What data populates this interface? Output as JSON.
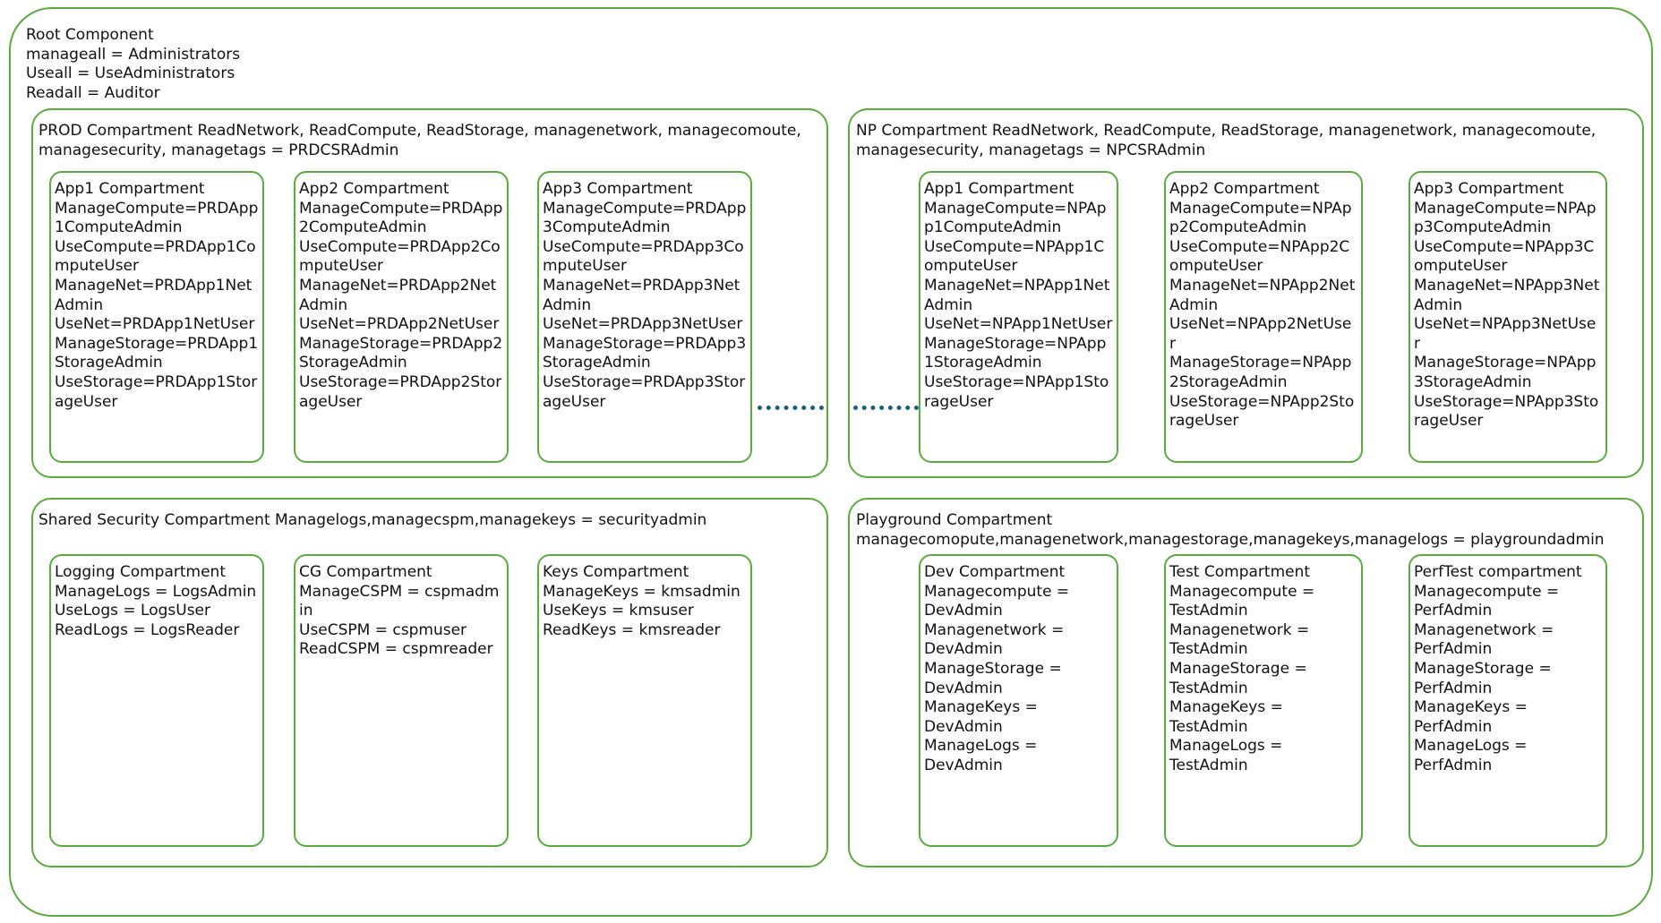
{
  "accent_color": "#5aac3c",
  "connector_color": "#1c5e7d",
  "root": {
    "lines": [
      "Root Component",
      "manageall = Administrators",
      "Useall = UseAdministrators",
      "Readall = Auditor"
    ]
  },
  "prod": {
    "title": "PROD Compartment ReadNetwork, ReadCompute, ReadStorage, managenetwork, managecomoute, managesecurity, managetags = PRDCSRAdmin",
    "apps": [
      {
        "lines": [
          "App1 Compartment",
          "ManageCompute=PRDApp1ComputeAdmin",
          "UseCompute=PRDApp1ComputeUser",
          "ManageNet=PRDApp1NetAdmin",
          "UseNet=PRDApp1NetUser",
          "ManageStorage=PRDApp1StorageAdmin",
          "UseStorage=PRDApp1StorageUser"
        ]
      },
      {
        "lines": [
          "App2 Compartment",
          "ManageCompute=PRDApp2ComputeAdmin",
          "UseCompute=PRDApp2ComputeUser",
          "ManageNet=PRDApp2NetAdmin",
          "UseNet=PRDApp2NetUser",
          "ManageStorage=PRDApp2StorageAdmin",
          "UseStorage=PRDApp2StorageUser"
        ]
      },
      {
        "lines": [
          "App3 Compartment",
          "ManageCompute=PRDApp3ComputeAdmin",
          "UseCompute=PRDApp3ComputeUser",
          "ManageNet=PRDApp3NetAdmin",
          "UseNet=PRDApp3NetUser",
          "ManageStorage=PRDApp3StorageAdmin",
          "UseStorage=PRDApp3StorageUser"
        ]
      }
    ]
  },
  "np": {
    "title": "NP Compartment ReadNetwork, ReadCompute, ReadStorage, managenetwork, managecomoute, managesecurity, managetags = NPCSRAdmin",
    "apps": [
      {
        "lines": [
          "App1 Compartment",
          "ManageCompute=NPApp1ComputeAdmin",
          "UseCompute=NPApp1ComputeUser",
          "ManageNet=NPApp1NetAdmin",
          "UseNet=NPApp1NetUser",
          "ManageStorage=NPApp1StorageAdmin",
          "UseStorage=NPApp1StorageUser"
        ]
      },
      {
        "lines": [
          "App2 Compartment",
          "ManageCompute=NPApp2ComputeAdmin",
          "UseCompute=NPApp2ComputeUser",
          "ManageNet=NPApp2NetAdmin",
          "UseNet=NPApp2NetUser",
          "ManageStorage=NPApp2StorageAdmin",
          "UseStorage=NPApp2StorageUser"
        ]
      },
      {
        "lines": [
          "App3 Compartment",
          "ManageCompute=NPApp3ComputeAdmin",
          "UseCompute=NPApp3ComputeUser",
          "ManageNet=NPApp3NetAdmin",
          "UseNet=NPApp3NetUser",
          "ManageStorage=NPApp3StorageAdmin",
          "UseStorage=NPApp3StorageUser"
        ]
      }
    ]
  },
  "security": {
    "title": "Shared Security Compartment Managelogs,managecspm,managekeys = securityadmin",
    "comps": [
      {
        "lines": [
          "Logging Compartment",
          "ManageLogs = LogsAdmin",
          "UseLogs = LogsUser",
          "ReadLogs = LogsReader"
        ]
      },
      {
        "lines": [
          "CG Compartment",
          "ManageCSPM = cspmadmin",
          "UseCSPM = cspmuser",
          "ReadCSPM = cspmreader"
        ]
      },
      {
        "lines": [
          "Keys Compartment",
          "ManageKeys = kmsadmin",
          "UseKeys = kmsuser",
          "ReadKeys = kmsreader"
        ]
      }
    ]
  },
  "playground": {
    "title": "Playground Compartment managecomopute,managenetwork,managestorage,managekeys,managelogs = playgroundadmin",
    "comps": [
      {
        "lines": [
          "Dev Compartment",
          "Managecompute = DevAdmin",
          "Managenetwork = DevAdmin",
          "ManageStorage = DevAdmin",
          "ManageKeys = DevAdmin",
          "ManageLogs = DevAdmin"
        ]
      },
      {
        "lines": [
          "Test Compartment",
          "Managecompute = TestAdmin",
          "Managenetwork = TestAdmin",
          "ManageStorage = TestAdmin",
          "ManageKeys = TestAdmin",
          "ManageLogs = TestAdmin"
        ]
      },
      {
        "lines": [
          "PerfTest compartment",
          "Managecompute = PerfAdmin",
          "Managenetwork = PerfAdmin",
          "ManageStorage = PerfAdmin",
          "ManageKeys = PerfAdmin",
          "ManageLogs = PerfAdmin"
        ]
      }
    ]
  }
}
